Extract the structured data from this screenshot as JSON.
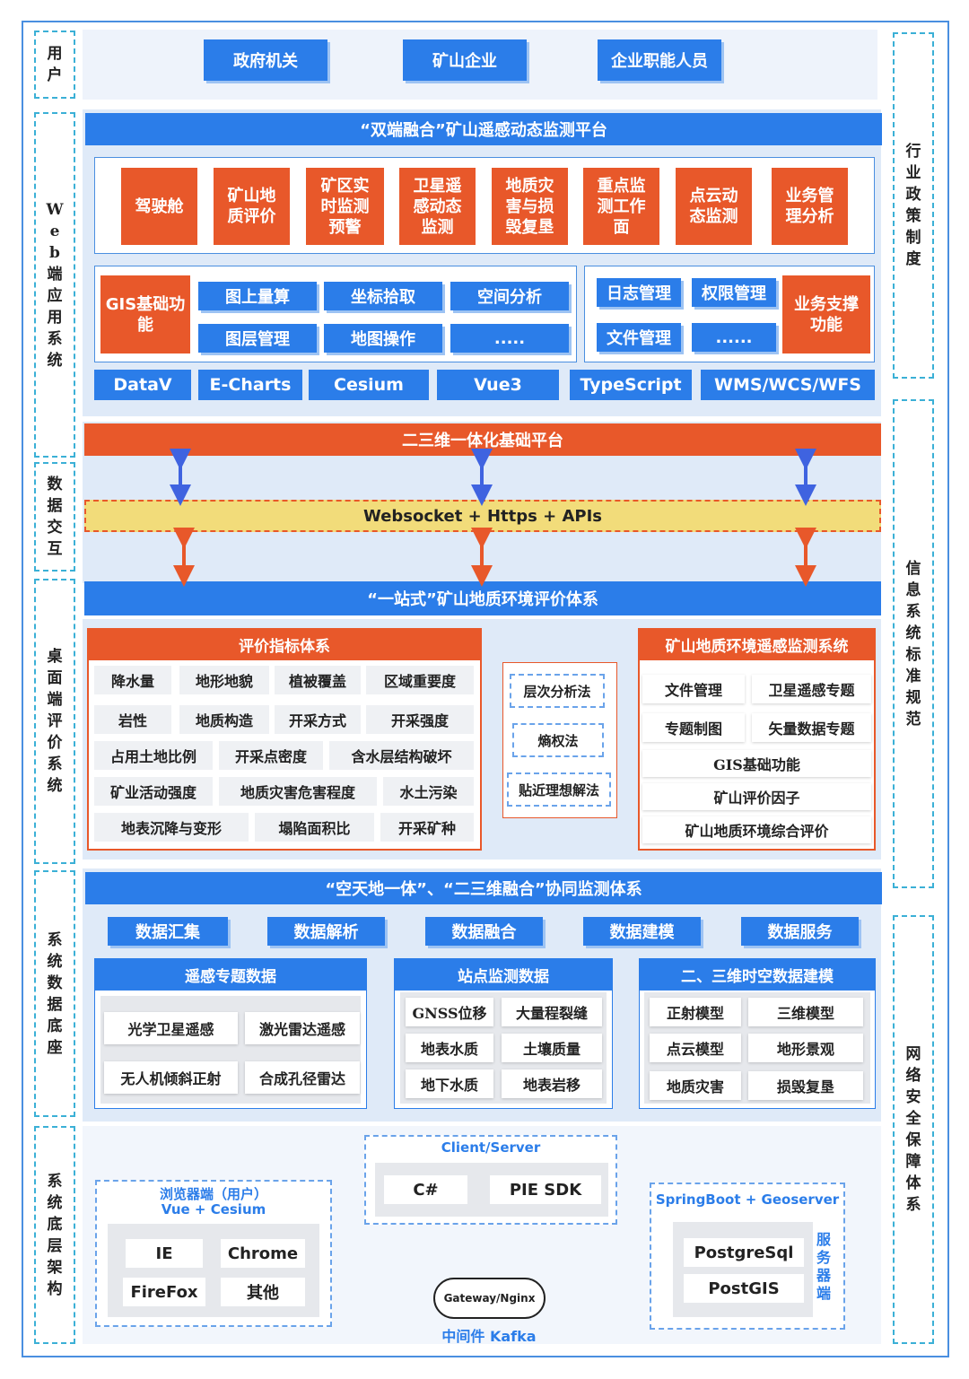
{
  "side_left": [
    "用户",
    "Web端应用系统",
    "数据交互",
    "桌面端评价系统",
    "系统数据底座",
    "系统底层架构"
  ],
  "side_right": [
    "行业政策制度",
    "信息系统标准规范",
    "网络安全保障体系"
  ],
  "users": [
    "政府机关",
    "矿山企业",
    "企业职能人员"
  ],
  "web": {
    "title": "“双端融合”矿山遥感动态监测平台",
    "modules": [
      "驾驶舱",
      "矿山地质评价",
      "矿区实时监测预警",
      "卫星遥感动态监测",
      "地质灾害与损毁复垦",
      "重点监测工作面",
      "点云动态监测",
      "业务管理分析"
    ],
    "gis_title": "GIS基础功能",
    "gis_items": [
      "图上量算",
      "坐标拾取",
      "空间分析",
      "图层管理",
      "地图操作",
      "....."
    ],
    "biz_items": [
      "日志管理",
      "权限管理",
      "文件管理",
      "......"
    ],
    "biz_title": "业务支撑功能",
    "tech": [
      "DataV",
      "E-Charts",
      "Cesium",
      "Vue3",
      "TypeScript",
      "WMS/WCS/WFS"
    ]
  },
  "exchange": {
    "top_platform": "二三维一体化基础平台",
    "protocol": "Websocket + Https + APIs",
    "desktop_title": "“一站式”矿山地质环境评价体系"
  },
  "desktop": {
    "index_title": "评价指标体系",
    "index_rows": [
      [
        "降水量",
        "地形地貌",
        "植被覆盖",
        "区域重要度"
      ],
      [
        "岩性",
        "地质构造",
        "开采方式",
        "开采强度"
      ],
      [
        "占用土地比例",
        "开采点密度",
        "含水层结构破坏"
      ],
      [
        "矿业活动强度",
        "地质灾害危害程度",
        "水土污染"
      ],
      [
        "地表沉降与变形",
        "塌陷面积比",
        "开采矿种"
      ]
    ],
    "methods": [
      "层次分析法",
      "熵权法",
      "贴近理想解法"
    ],
    "monitor_title": "矿山地质环境遥感监测系统",
    "monitor_pairs": [
      [
        "文件管理",
        "卫星遥感专题"
      ],
      [
        "专题制图",
        "矢量数据专题"
      ]
    ],
    "monitor_rows": [
      "GIS基础功能",
      "矿山评价因子",
      "矿山地质环境综合评价"
    ]
  },
  "data_base": {
    "title": "“空天地一体”、“二三维融合”协同监测体系",
    "steps": [
      "数据汇集",
      "数据解析",
      "数据融合",
      "数据建模",
      "数据服务"
    ],
    "groups": [
      {
        "title": "遥感专题数据",
        "items": [
          "光学卫星遥感",
          "激光雷达遥感",
          "无人机倾斜正射",
          "合成孔径雷达"
        ]
      },
      {
        "title": "站点监测数据",
        "items": [
          "GNSS位移",
          "大量程裂缝",
          "地表水质",
          "土壤质量",
          "地下水质",
          "地表岩移"
        ]
      },
      {
        "title": "二、三维时空数据建模",
        "items": [
          "正射模型",
          "三维模型",
          "点云模型",
          "地形景观",
          "地质灾害",
          "损毁复垦"
        ]
      }
    ]
  },
  "infra": {
    "cs_title": "Client/Server",
    "cs_items": [
      "C#",
      "PIE SDK"
    ],
    "browser_title": "浏览器端（用户）",
    "browser_sub": "Vue + Cesium",
    "browser_items": [
      "IE",
      "Chrome",
      "FireFox",
      "其他"
    ],
    "server_title": "SpringBoot + Geoserver",
    "server_items": [
      "PostgreSql",
      "PostGIS"
    ],
    "server_label": "服务器端",
    "gateway": "Gateway/Nginx",
    "middleware": "中间件 Kafka"
  },
  "colors": {
    "blue": "#2b7de9",
    "orange": "#e8582a",
    "band": "#dfeaf8",
    "yellow": "#f2dc7a",
    "dash": "#3bb0d6"
  }
}
